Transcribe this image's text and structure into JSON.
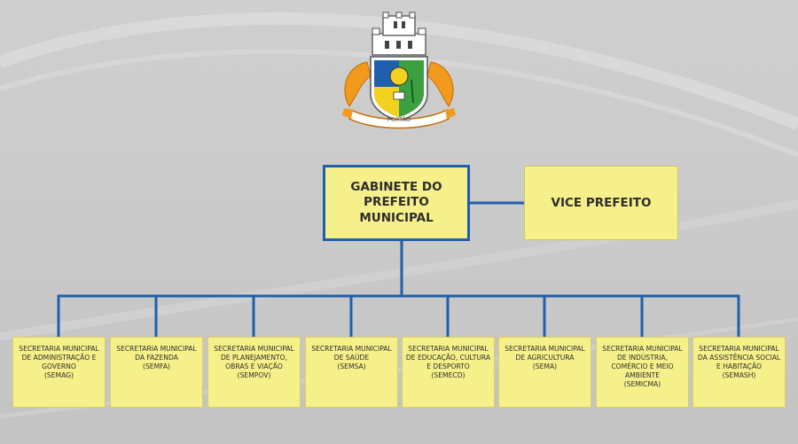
{
  "colors": {
    "connector": "#1f5fad",
    "box_fill": "#f6f08a",
    "background": "#cccccc"
  },
  "logo": {
    "icon": "municipal-coat-of-arms",
    "text": "PORTÃO"
  },
  "top": {
    "gabinete": "GABINETE DO PREFEITO MUNICIPAL",
    "vice": "VICE PREFEITO"
  },
  "secretarias": [
    {
      "name": "SECRETARIA MUNICIPAL DE ADMINISTRAÇÃO E GOVERNO",
      "abbr": "(SEMAG)"
    },
    {
      "name": "SECRETARIA MUNICIPAL DA FAZENDA",
      "abbr": "(SEMFA)"
    },
    {
      "name": "SECRETARIA MUNICIPAL DE PLANEJAMENTO, OBRAS E VIAÇÃO",
      "abbr": "(SEMPOV)"
    },
    {
      "name": "SECRETARIA MUNICIPAL DE SAÚDE",
      "abbr": "(SEMSA)"
    },
    {
      "name": "SECRETARIA MUNICIPAL DE EDUCAÇÃO, CULTURA E DESPORTO",
      "abbr": "(SEMECD)"
    },
    {
      "name": "SECRETARIA MUNICIPAL DE AGRICULTURA",
      "abbr": "(SEMA)"
    },
    {
      "name": "SECRETARIA MUNICIPAL DE INDÚSTRIA, COMÉRCIO E MEIO AMBIENTE",
      "abbr": "(SEMICMA)"
    },
    {
      "name": "SECRETARIA MUNICIPAL DA ASSISTÊNCIA SOCIAL E HABITAÇÃO",
      "abbr": "(SEMASH)"
    }
  ]
}
